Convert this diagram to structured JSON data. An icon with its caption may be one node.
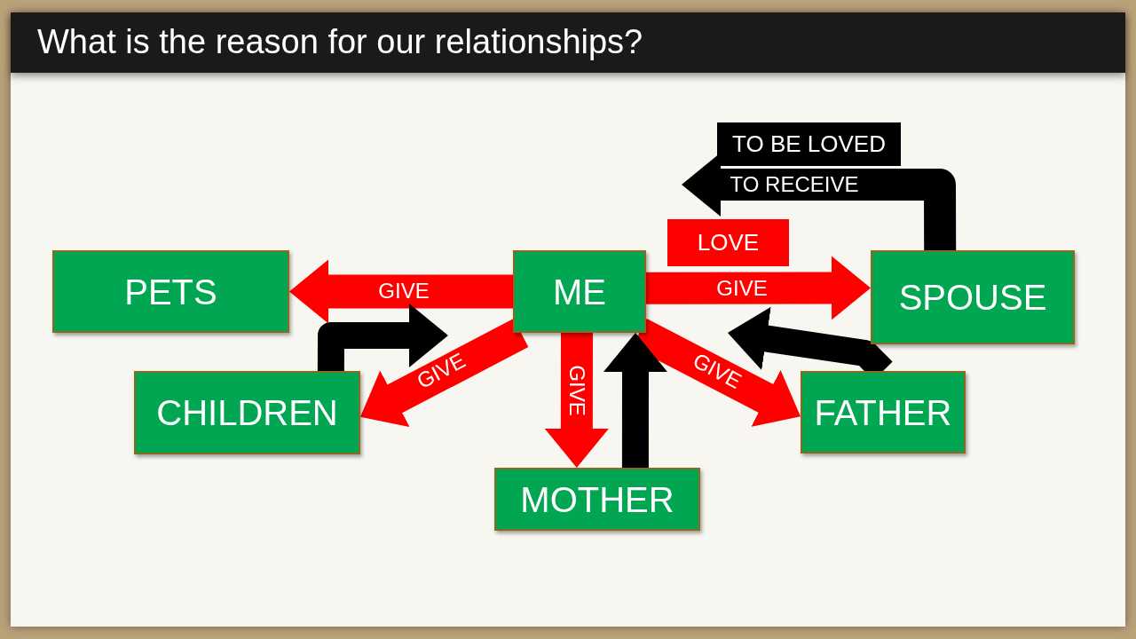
{
  "diagram": {
    "title": "What is the reason for our relationships?",
    "nodes": [
      {
        "text": [
          "TO BE LOVED"
        ]
      },
      {
        "text": [
          "LOVE"
        ]
      },
      {
        "text": [
          "PETS"
        ]
      },
      {
        "text": [
          "ME"
        ]
      },
      {
        "text": [
          "SPOUSE"
        ]
      },
      {
        "text": [
          "CHILDREN"
        ]
      },
      {
        "text": [
          "MOTHER"
        ]
      },
      {
        "text": [
          "FATHER"
        ]
      }
    ],
    "edges": [
      {
        "from": 3,
        "to": 2,
        "arrow": "to",
        "label": "GIVE"
      },
      {
        "from": 3,
        "to": 4,
        "arrow": "to",
        "label": "GIVE"
      },
      {
        "from": 3,
        "to": 5,
        "arrow": "to",
        "label": "GIVE"
      },
      {
        "from": 3,
        "to": 6,
        "arrow": "to",
        "label": "GIVE"
      },
      {
        "from": 3,
        "to": 7,
        "arrow": "to",
        "label": "GIVE"
      },
      {
        "from": 4,
        "to": 1,
        "arrow": "to",
        "label": "TO RECEIVE",
        "color": "#000000"
      },
      {
        "from": 5,
        "to": 3,
        "arrow": "to",
        "color": "#000000"
      },
      {
        "from": 6,
        "to": 3,
        "arrow": "to",
        "color": "#000000"
      },
      {
        "from": 7,
        "to": 3,
        "arrow": "to",
        "color": "#000000"
      }
    ]
  }
}
